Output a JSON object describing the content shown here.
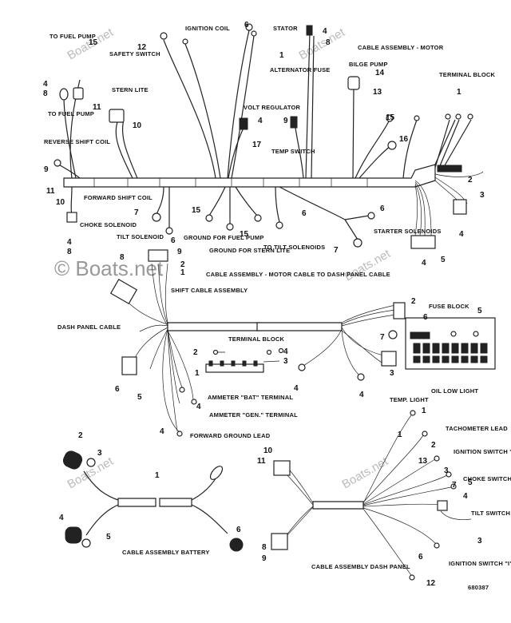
{
  "labels": {
    "to_fuel_pump_top": "TO FUEL PUMP",
    "to_fuel_pump_2": "TO FUEL PUMP",
    "safety_switch": "SAFETY SWITCH",
    "ignition_coil": "IGNITION COIL",
    "stator": "STATOR",
    "alternator_fuse": "ALTERNATOR FUSE",
    "cable_assembly_motor": "CABLE ASSEMBLY - MOTOR",
    "bilge_pump": "BILGE PUMP",
    "terminal_block_top": "TERMINAL BLOCK",
    "stern_lite": "STERN LITE",
    "volt_regulator": "VOLT REGULATOR",
    "reverse_shift_coil": "REVERSE SHIFT COIL",
    "temp_switch": "TEMP SWITCH",
    "forward_shift_coil": "FORWARD SHIFT COIL",
    "choke_solenoid": "CHOKE SOLENOID",
    "tilt_solenoid": "TILT SOLENOID",
    "ground_fuel_pump": "GROUND FOR FUEL PUMP",
    "ground_stern_lite": "GROUND FOR STERN LITE",
    "to_tilt_solenoids": "TO TILT SOLENOIDS",
    "starter_solenoids": "STARTER SOLENOIDS",
    "shift_cable_assembly": "SHIFT CABLE ASSEMBLY",
    "motor_to_dash_cable": "CABLE ASSEMBLY - MOTOR CABLE TO DASH PANEL CABLE",
    "dash_panel_cable": "DASH PANEL CABLE",
    "fuse_block": "FUSE BLOCK",
    "terminal_block_mid": "TERMINAL BLOCK",
    "ammeter_bat": "AMMETER \"BAT\" TERMINAL",
    "ammeter_gen": "AMMETER \"GEN.\" TERMINAL",
    "forward_ground_lead": "FORWARD GROUND LEAD",
    "temp_light": "TEMP. LIGHT",
    "oil_low_light": "OIL LOW LIGHT",
    "tachometer_lead": "TACHOMETER LEAD",
    "ignition_switch_s": "IGNITION SWITCH \"S\" TERMINAL",
    "choke_switch": "CHOKE SWITCH",
    "tilt_switch": "TILT SWITCH",
    "ignition_switch_i": "IGNITION SWITCH \"I\" TERMINAL",
    "cable_assembly_battery": "CABLE ASSEMBLY BATTERY",
    "cable_assembly_dash_panel": "CABLE ASSEMBLY DASH PANEL",
    "drawing_number": "680387",
    "watermark": "Boats.net",
    "watermark_big": "© Boats.net"
  },
  "callouts": {
    "c15a": "15",
    "c12": "12",
    "c6a": "6",
    "c4a": "4",
    "c8a": "8",
    "c1a": "1",
    "c4b": "4",
    "c8b": "8",
    "c14": "14",
    "c13a": "13",
    "c1b": "1",
    "c11a": "11",
    "c10a": "10",
    "c4c": "4",
    "c17": "17",
    "c9a": "9",
    "c9b": "9",
    "c15b": "15",
    "c16": "16",
    "c2a": "2",
    "c3a": "3",
    "c4d": "4",
    "c11b": "11",
    "c10b": "10",
    "c4e": "4",
    "c8c": "8",
    "c7a": "7",
    "c6b": "6",
    "c15c": "15",
    "c15d": "15",
    "c6c": "6",
    "c6d": "6",
    "c7b": "7",
    "c4f": "4",
    "c5a": "5",
    "c8d": "8",
    "c9c": "9",
    "c2b": "2",
    "c1c": "1",
    "c2c": "2",
    "c5b": "5",
    "c6e": "6",
    "c7c": "7",
    "c2d": "2",
    "c4g": "4",
    "c3b": "3",
    "c1d": "1",
    "c6f": "6",
    "c5c": "5",
    "c4h": "4",
    "c4i": "4",
    "c3c": "3",
    "c4j": "4",
    "c2e": "2",
    "c3d": "3",
    "c1e": "1",
    "c4k": "4",
    "c5d": "5",
    "c6g": "6",
    "c1f": "1",
    "c1g": "1",
    "c2f": "2",
    "c13b": "13",
    "c3e": "3",
    "c7d": "7",
    "c5e": "5",
    "c4l": "4",
    "c3f": "3",
    "c10c": "10",
    "c11c": "11",
    "c8e": "8",
    "c9d": "9",
    "c6h": "6",
    "c12b": "12"
  }
}
